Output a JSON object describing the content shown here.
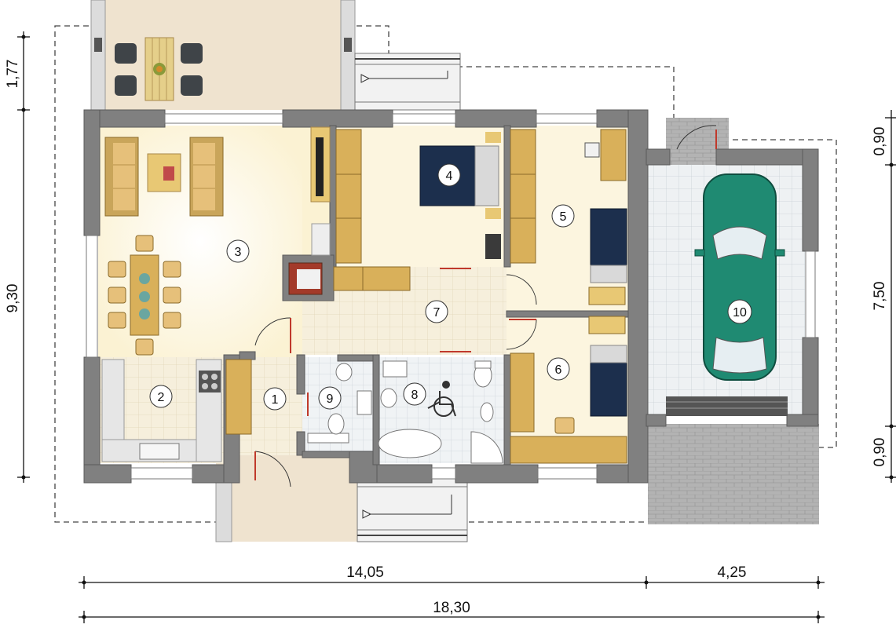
{
  "dimensions": {
    "bottom_total": "18,30",
    "bottom_house": "14,05",
    "bottom_garage": "4,25",
    "left_total": "9,30",
    "left_terrace": "1,77",
    "right_top": "0,90",
    "right_middle": "7,50",
    "right_bottom": "0,90"
  },
  "rooms": {
    "r1": "1",
    "r2": "2",
    "r3": "3",
    "r4": "4",
    "r5": "5",
    "r6": "6",
    "r7": "7",
    "r8": "8",
    "r9": "9",
    "r10": "10"
  },
  "colors": {
    "wall": "#808080",
    "floor_living": "#fdf6dc",
    "floor_tile": "#f3ecd8",
    "furniture": "#d9b05a",
    "bed": "#1c2f4d",
    "car": "#1f8a72",
    "garage_floor": "#e8ecef"
  }
}
